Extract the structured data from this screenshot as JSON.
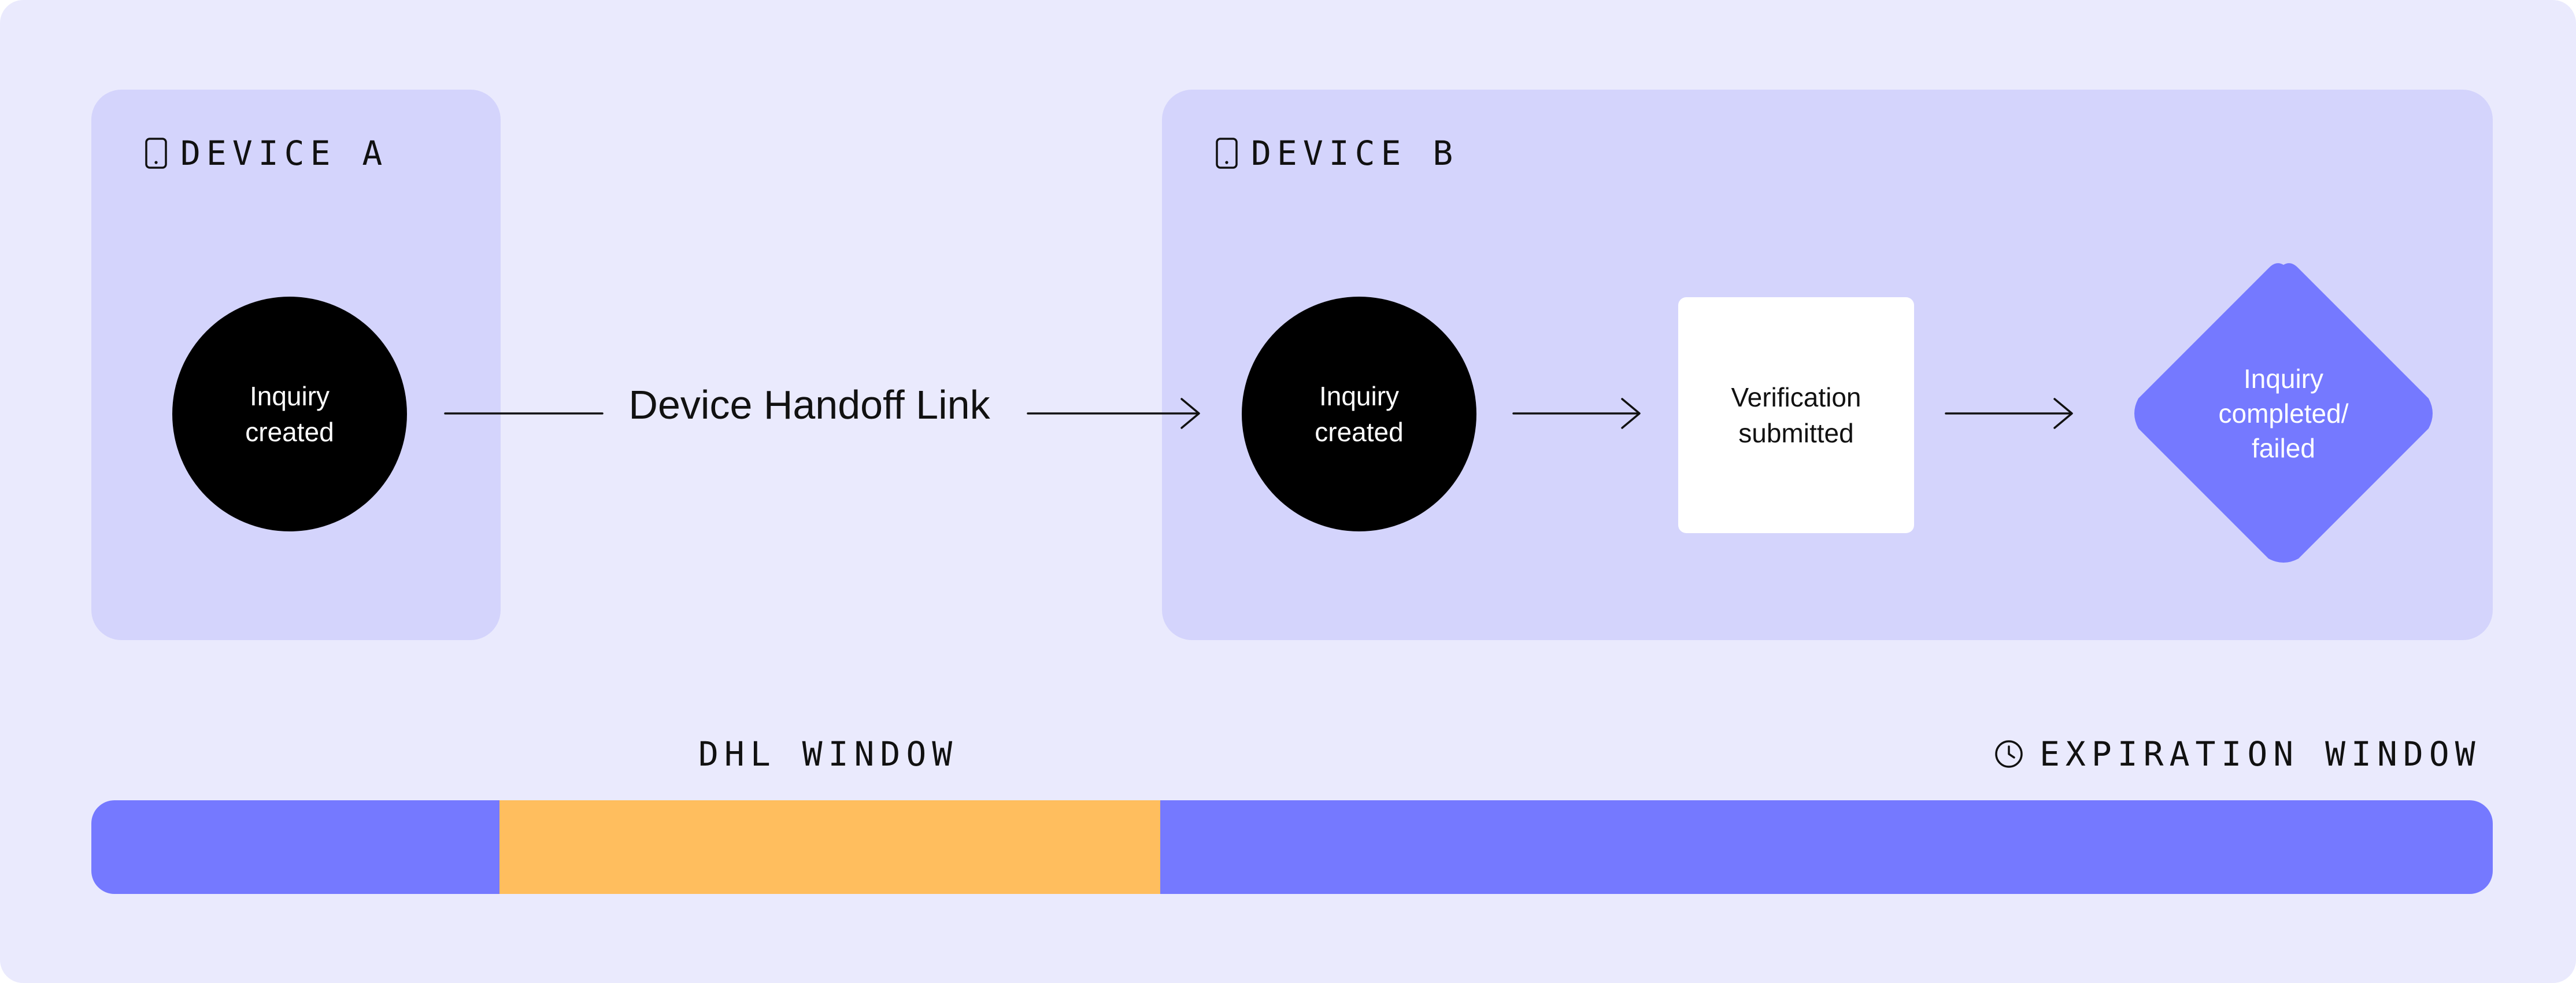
{
  "colors": {
    "background": "#EAEAFD",
    "panel": "#D4D4FC",
    "accent": "#7579FF",
    "dhl": "#FFBE5E",
    "node_dark": "#000000",
    "node_light": "#FFFFFF"
  },
  "device_a": {
    "title": "DEVICE A",
    "icon": "phone-icon",
    "node": {
      "line1": "Inquiry",
      "line2": "created"
    }
  },
  "handoff": {
    "label": "Device Handoff Link"
  },
  "device_b": {
    "title": "DEVICE B",
    "icon": "phone-icon",
    "nodes": [
      {
        "shape": "circle",
        "line1": "Inquiry",
        "line2": "created"
      },
      {
        "shape": "rect",
        "line1": "Verification",
        "line2": "submitted"
      },
      {
        "shape": "diamond",
        "line1": "Inquiry",
        "line2": "completed/",
        "line3": "failed"
      }
    ]
  },
  "timeline": {
    "dhl_label": "DHL WINDOW",
    "expiration_label": "EXPIRATION WINDOW",
    "expiration_icon": "clock-icon",
    "segments": [
      {
        "name": "device-a-span",
        "fraction": 0.17,
        "color": "#7579FF"
      },
      {
        "name": "dhl-window",
        "fraction": 0.275,
        "color": "#FFBE5E"
      },
      {
        "name": "device-b-span",
        "fraction": 0.555,
        "color": "#7579FF"
      }
    ]
  }
}
